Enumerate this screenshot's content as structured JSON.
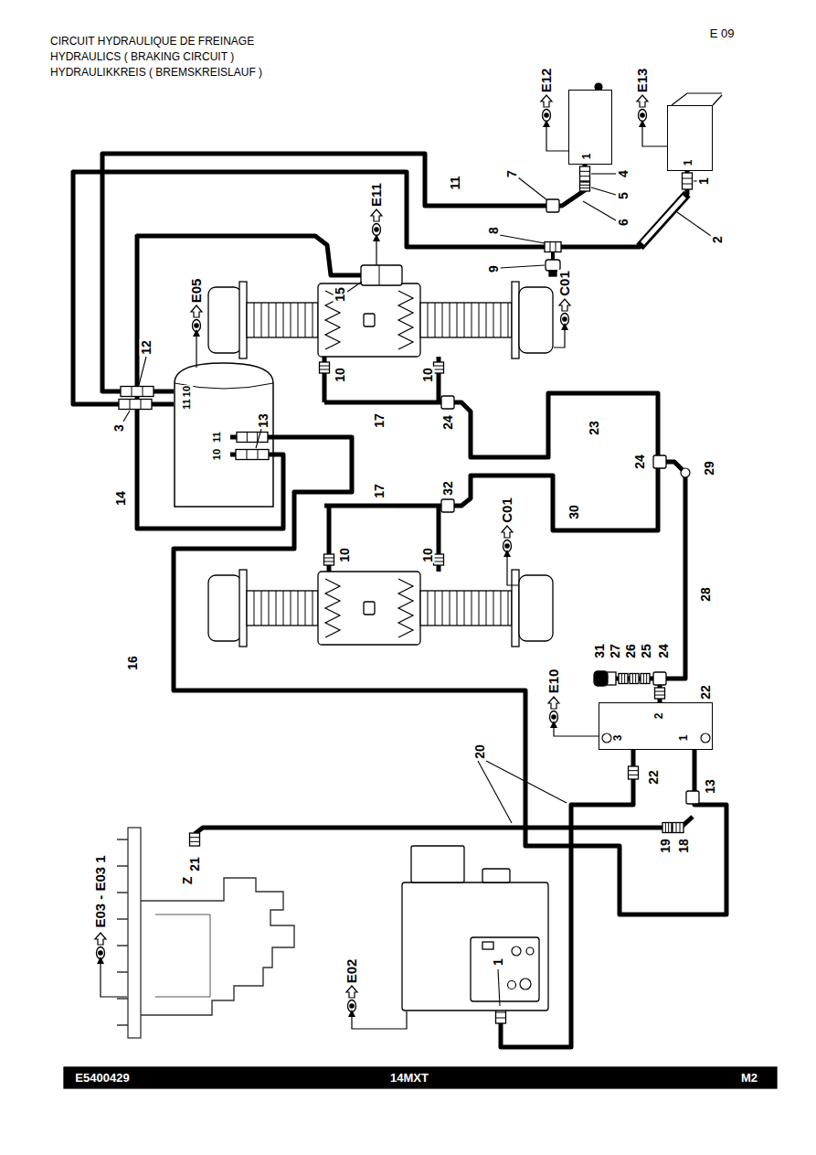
{
  "diagram": {
    "title": "CIRCUIT HYDRAULIQUE DE FREINAGE",
    "nodes": [
      {
        "text": [
          "1"
        ]
      },
      {
        "text": [
          "1"
        ]
      },
      {
        "text": [
          "10",
          "11",
          "11",
          "10"
        ]
      },
      {
        "text": [
          "2",
          "3",
          "1"
        ]
      }
    ],
    "edges": [
      {
        "from": 2,
        "to": 0,
        "arrow": "none"
      },
      {
        "from": 2,
        "to": 1,
        "arrow": "none"
      },
      {
        "from": 2,
        "to": 3,
        "arrow": "none"
      }
    ],
    "labels": [
      "HYDRAULICS ( BRAKING CIRCUIT )",
      "HYDRAULIKKREIS ( BREMSKREISLAUF )",
      "E 09",
      "E12",
      "E13",
      "7",
      "4",
      "1",
      "11",
      "5",
      "6",
      "8",
      "2",
      "E11",
      "9",
      "15",
      "E05",
      "C01",
      "12",
      "3",
      "10",
      "10",
      "17",
      "24",
      "23",
      "13",
      "24",
      "29",
      "14",
      "17",
      "32",
      "30",
      "C01",
      "10",
      "10",
      "16",
      "28",
      "31",
      "27",
      "26",
      "25",
      "24",
      "E10",
      "22",
      "20",
      "22",
      "13",
      "21",
      "19",
      "18",
      "Z",
      "E03 - E03 1",
      "E02",
      "1",
      "E5400429",
      "14MXT",
      "M2"
    ]
  }
}
